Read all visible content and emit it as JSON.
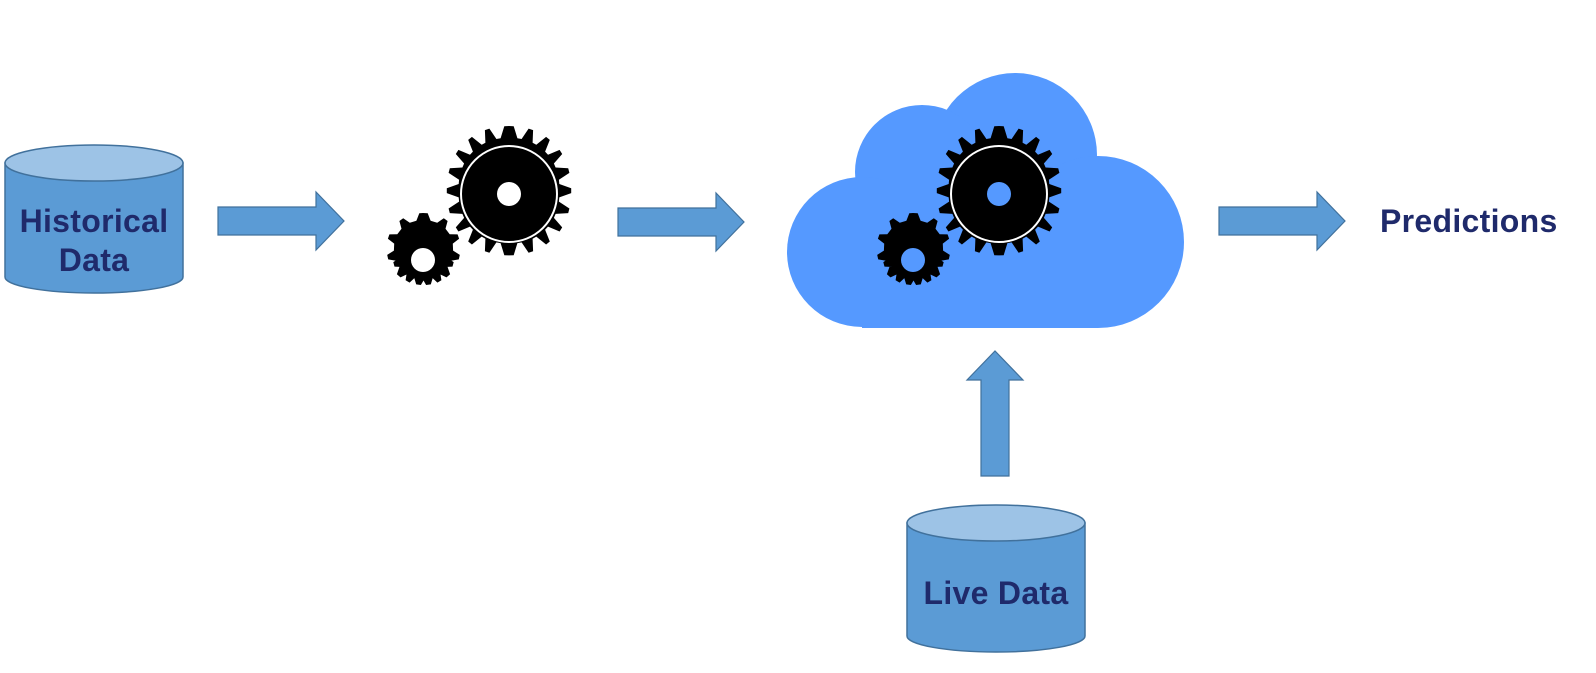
{
  "nodes": {
    "historical_data": {
      "line1": "Historical",
      "line2": "Data"
    },
    "live_data": {
      "label": "Live Data"
    },
    "predictions": {
      "label": "Predictions"
    }
  },
  "icons": {
    "training_gears": "gears-icon",
    "cloud": "cloud-icon",
    "cloud_gears": "gears-icon"
  },
  "colors": {
    "database_body": "#5b9bd5",
    "database_top": "#9dc3e6",
    "database_stroke": "#41719c",
    "arrow_fill": "#5b9bd5",
    "arrow_stroke": "#41719c",
    "cloud_fill": "#5599ff",
    "gear_fill": "#000000",
    "label_text": "#1f2a6b"
  }
}
